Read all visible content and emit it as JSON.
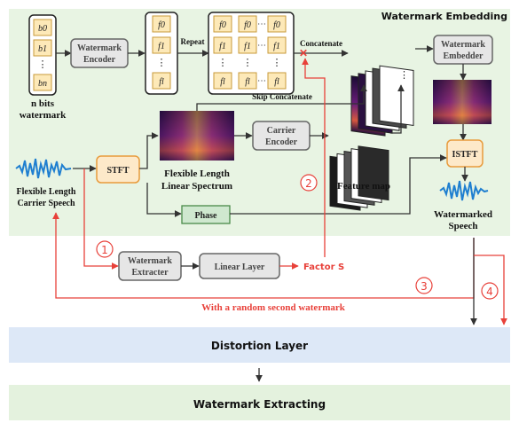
{
  "embed_panel": {
    "title": "Watermark Embedding",
    "bg": "#e8f4e3"
  },
  "input_bits": {
    "bits": [
      "b0",
      "b1",
      "bn"
    ],
    "caption_line1": "n bits",
    "caption_line2": "watermark"
  },
  "features": {
    "column": [
      "f0",
      "f1",
      "fl"
    ],
    "matrix": [
      [
        "f0",
        "f0",
        "f0"
      ],
      [
        "f1",
        "f1",
        "f1"
      ],
      [
        "fl",
        "fl",
        "fl"
      ]
    ]
  },
  "boxes": {
    "wm_encoder": [
      "Watermark",
      "Encoder"
    ],
    "wm_embedder": [
      "Watermark",
      "Embedder"
    ],
    "carrier_encoder": [
      "Carrier",
      "Encoder"
    ],
    "stft": "STFT",
    "istft": "ISTFT",
    "phase": "Phase",
    "wm_extracter": [
      "Watermark",
      "Extracter"
    ],
    "linear_layer": "Linear Layer"
  },
  "labels": {
    "repeat": "Repeat",
    "concatenate": "Concatenate",
    "skip_concatenate": "Skip Concatenate",
    "spectrum": [
      "Flexible Length",
      "Linear Spectrum"
    ],
    "feature_map": "Feature map",
    "carrier_speech": [
      "Flexible Length",
      "Carrier Speech"
    ],
    "watermarked_speech": [
      "Watermarked",
      "Speech"
    ],
    "factor_s": "Factor S",
    "random_wm": "With a random second watermark"
  },
  "steps": [
    "1",
    "2",
    "3",
    "4"
  ],
  "bottom": {
    "distortion": "Distortion Layer",
    "extracting": "Watermark Extracting"
  },
  "colors": {
    "panel": "#e8f4e3",
    "box_fill": "#e6e6e6",
    "box_border": "#666666",
    "bit_fill": "#fde9b8",
    "bit_border": "#c89a3a",
    "stft_fill": "#fde9c9",
    "stft_border": "#e89b3c",
    "phase_fill": "#cfe8cf",
    "phase_border": "#4a8a4a",
    "red": "#e8413a",
    "wave": "#1f7fd0",
    "distortion_bg": "#dde8f7",
    "extract_bg": "#e4f2de"
  }
}
